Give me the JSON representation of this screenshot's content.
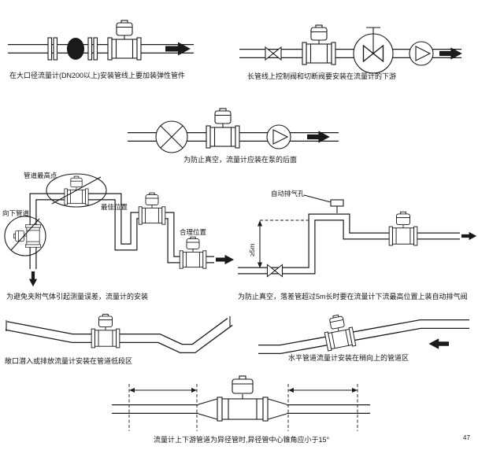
{
  "page": {
    "number": "47"
  },
  "diagrams": {
    "d1_elastic_fitting": {
      "caption": "在大口径流量计(DN200以上)安装管线上要加装弹性管件"
    },
    "d2_valves_downstream": {
      "caption": "长管线上控制阀和切断阀要安装在流量计的下游"
    },
    "d3_after_pump": {
      "caption": "为防止真空，流量计应装在泵的后面"
    },
    "d4_gas_entrainment": {
      "caption": "为避免夹附气体引起测量误差，流量计的安装",
      "labels": {
        "highest_point": "管道最高点",
        "downward_pipe": "向下管道",
        "best_position": "最佳位置",
        "reasonable_position": "合理位置"
      }
    },
    "d5_auto_vent": {
      "caption": "为防止真空，落差管超过5m长时要在流量计下流最高位置上装自动排气阀",
      "labels": {
        "auto_vent": "自动排气孔",
        "drop_height": "≥5m"
      }
    },
    "d6_low_section": {
      "caption": "敞口潜入或排放流量计安装在管道低段区"
    },
    "d7_upward_section": {
      "caption": "水平管道流量计安装在稍向上的管道区"
    },
    "d8_reducer_angle": {
      "caption": "流量计上下游管道为异径管时,异径管中心锥角应小于15°"
    }
  }
}
